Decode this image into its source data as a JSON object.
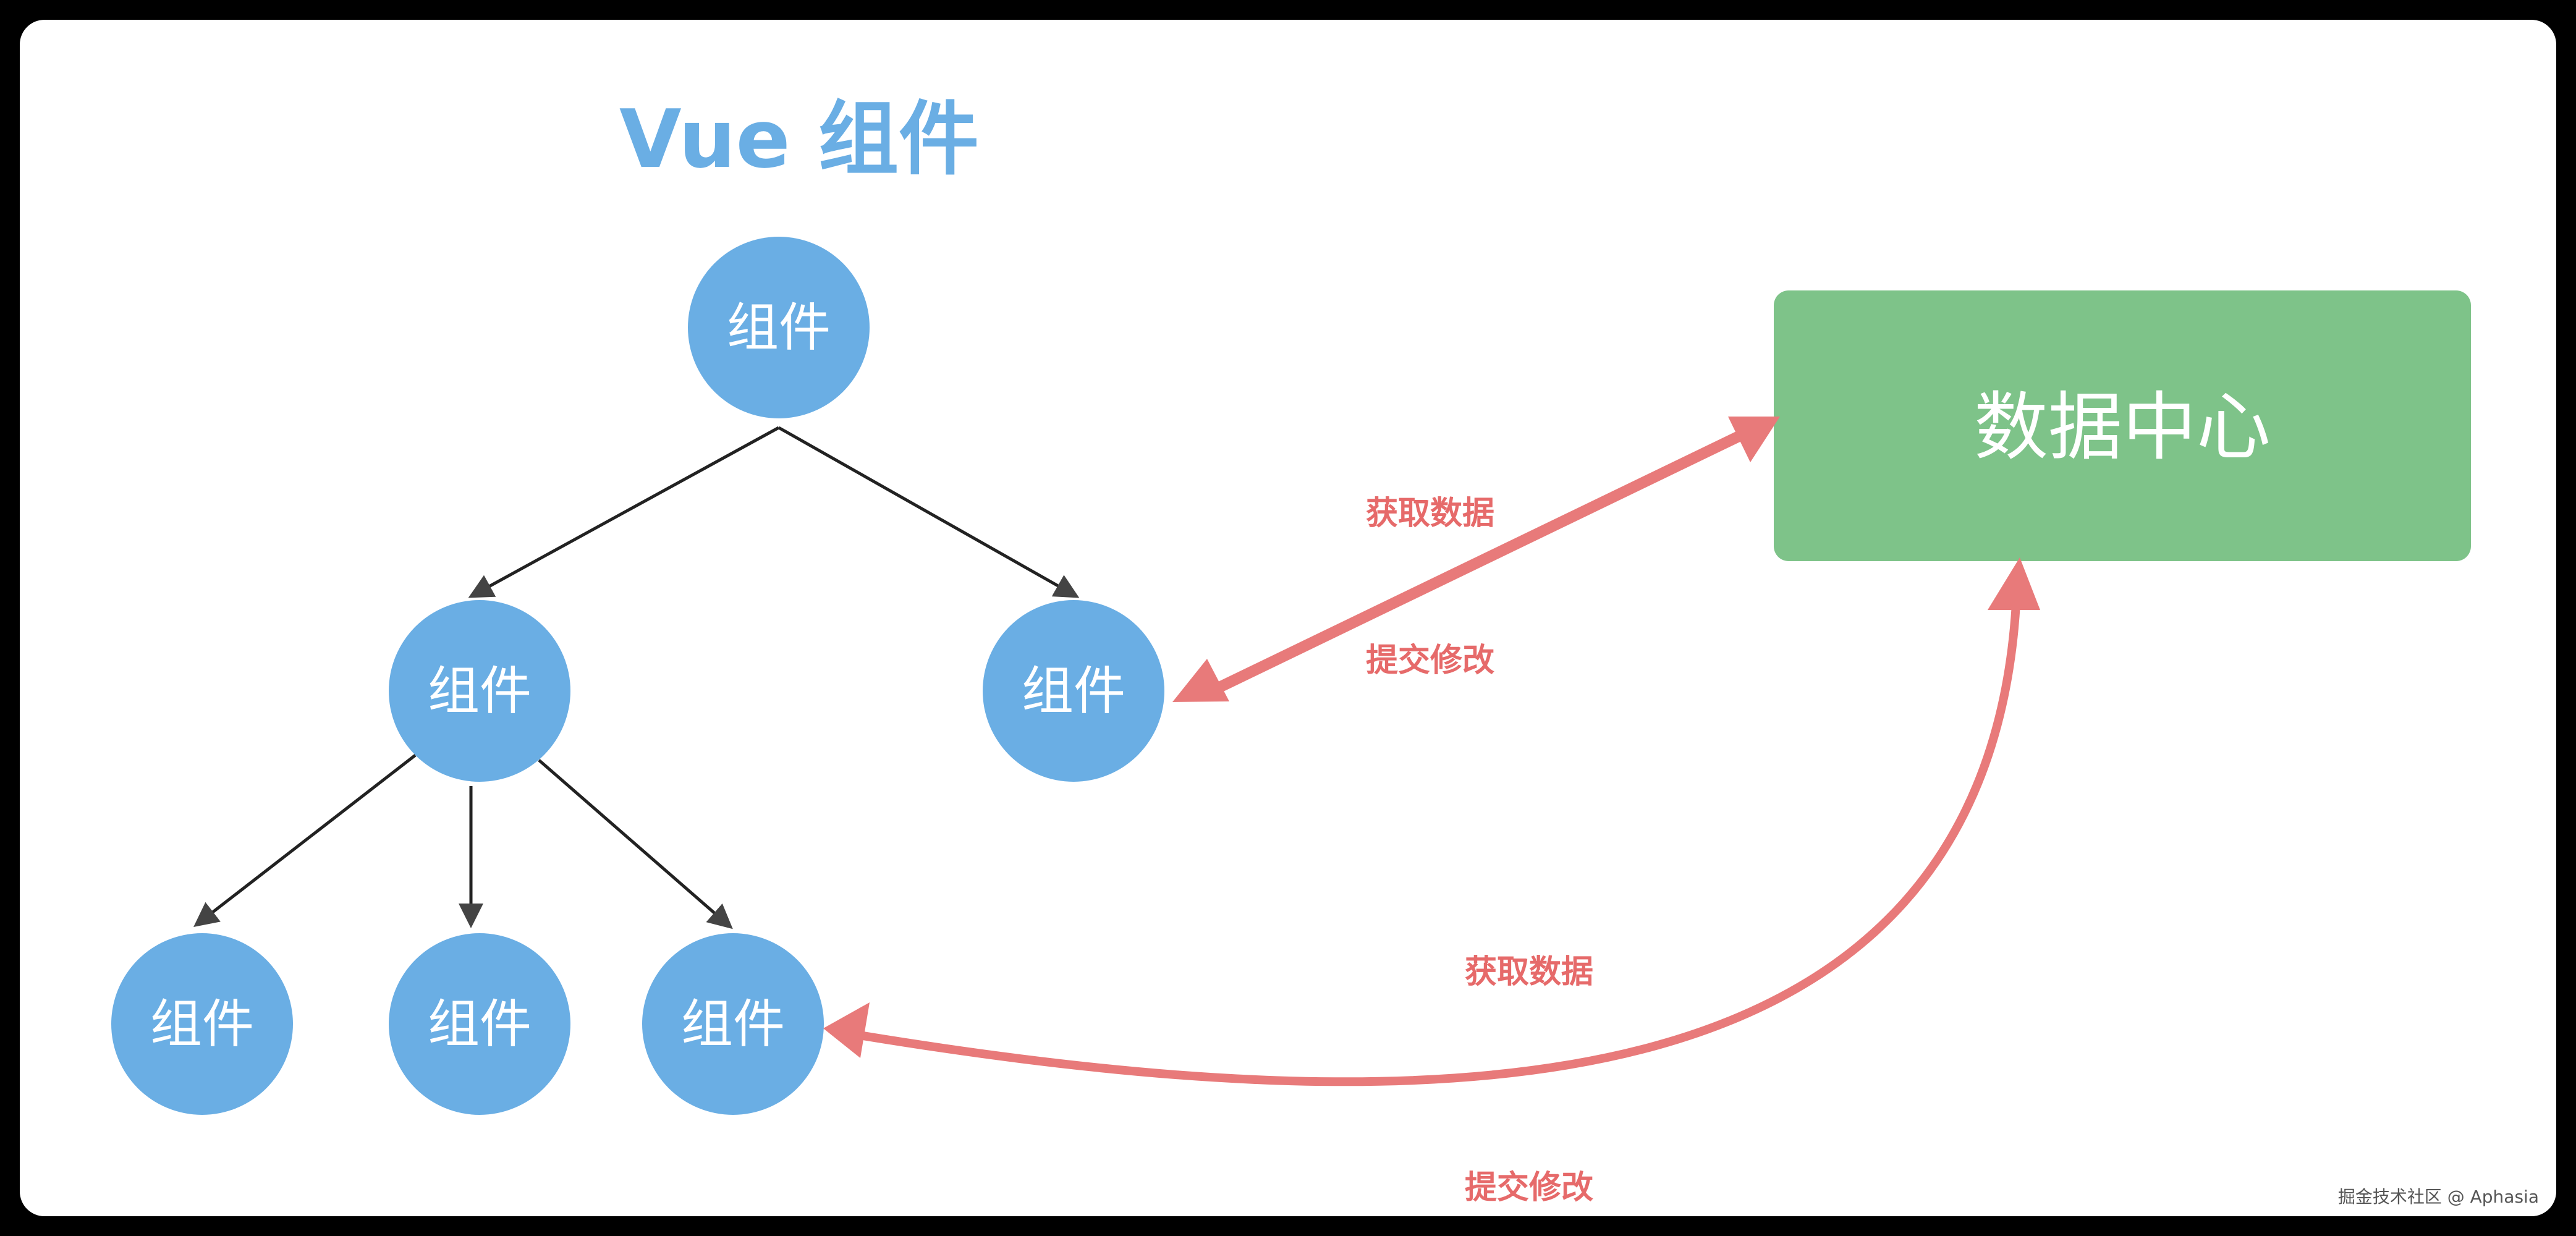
{
  "title": "Vue 组件",
  "tree": {
    "root": "组件",
    "level2_left": "组件",
    "level2_right": "组件",
    "leaf_1": "组件",
    "leaf_2": "组件",
    "leaf_3": "组件"
  },
  "data_center": {
    "label": "数据中心"
  },
  "link_top": {
    "fetch_label": "获取数据",
    "commit_label": "提交修改"
  },
  "link_bottom": {
    "fetch_label": "获取数据",
    "commit_label": "提交修改"
  },
  "watermark": "掘金技术社区 @ Aphasia",
  "colors": {
    "title": "#6aaee4",
    "node_fill": "#6aaee4",
    "node_text": "#ffffff",
    "center_fill": "#7ec389",
    "center_text": "#ffffff",
    "arrow": "#e87a7a",
    "action_text": "#e66a6a",
    "tree_edge": "#222222",
    "watermark_text": "#555555",
    "background": "#ffffff"
  }
}
